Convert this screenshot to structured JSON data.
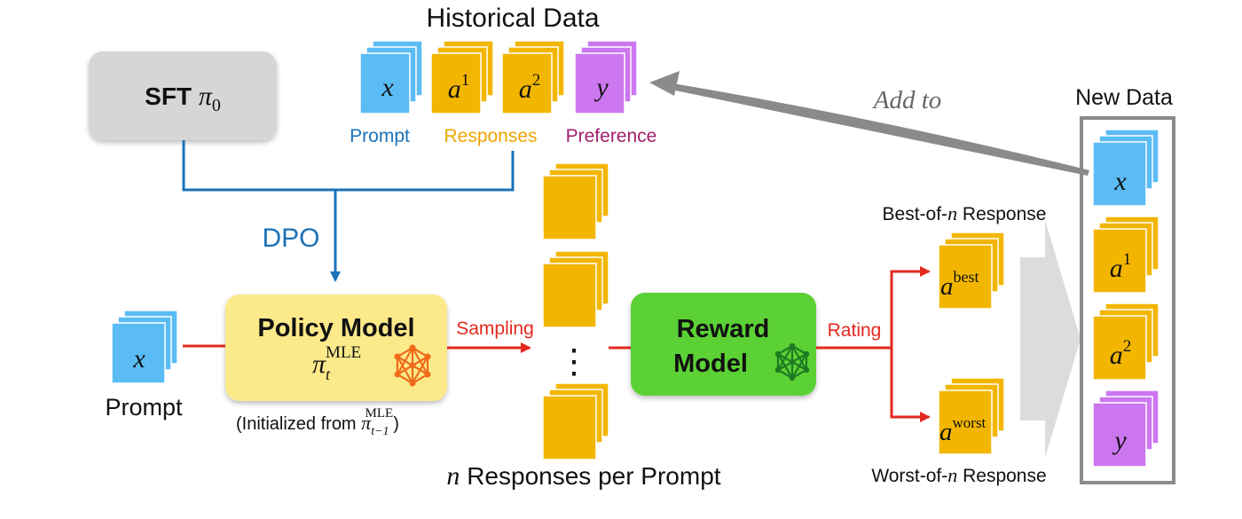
{
  "colors": {
    "blue": "#5bbcf5",
    "orange": "#f2b600",
    "purple": "#cc77f0",
    "sft_box": "#d6d6d6",
    "policy_box": "#fbe98a",
    "reward_box": "#5cd136",
    "dpo_line": "#1a72b8",
    "red_line": "#e3291f",
    "gray_arrow": "#8a8a8a",
    "gray_chevron": "#dcdcdc"
  },
  "icons": {
    "policy": "neural-network-icon",
    "reward": "neural-network-icon"
  },
  "historical": {
    "title": "Historical Data",
    "card_x": "x",
    "card_a1_base": "a",
    "card_a1_sup": "1",
    "card_a2_base": "a",
    "card_a2_sup": "2",
    "card_y": "y",
    "label_prompt": "Prompt",
    "label_responses": "Responses",
    "label_preference": "Preference"
  },
  "sft": {
    "label": "SFT",
    "symbol": "π",
    "sub": "0"
  },
  "dpo": {
    "label": "DPO"
  },
  "prompt_input": {
    "card": "x",
    "label": "Prompt"
  },
  "policy": {
    "title": "Policy Model",
    "symbol": "π",
    "sub": "t",
    "sup": "MLE",
    "init_prefix": "(Initialized from ",
    "init_symbol": "π",
    "init_sub": "t−1",
    "init_sup": "MLE",
    "init_suffix": ")"
  },
  "sampling": {
    "label": "Sampling"
  },
  "responses": {
    "ellipsis": "⋮",
    "caption_n": "n",
    "caption_rest": " Responses per Prompt"
  },
  "reward": {
    "line1": "Reward",
    "line2": "Model"
  },
  "rating": {
    "label": "Rating"
  },
  "best": {
    "label_prefix": "Best-of-",
    "label_n": "n",
    "label_suffix": " Response",
    "base": "a",
    "sup": "best"
  },
  "worst": {
    "label_prefix": "Worst-of-",
    "label_n": "n",
    "label_suffix": " Response",
    "base": "a",
    "sup": "worst"
  },
  "add_to": {
    "label": "Add to"
  },
  "new_data": {
    "title": "New Data",
    "card_x": "x",
    "card_a1_base": "a",
    "card_a1_sup": "1",
    "card_a2_base": "a",
    "card_a2_sup": "2",
    "card_y": "y"
  }
}
